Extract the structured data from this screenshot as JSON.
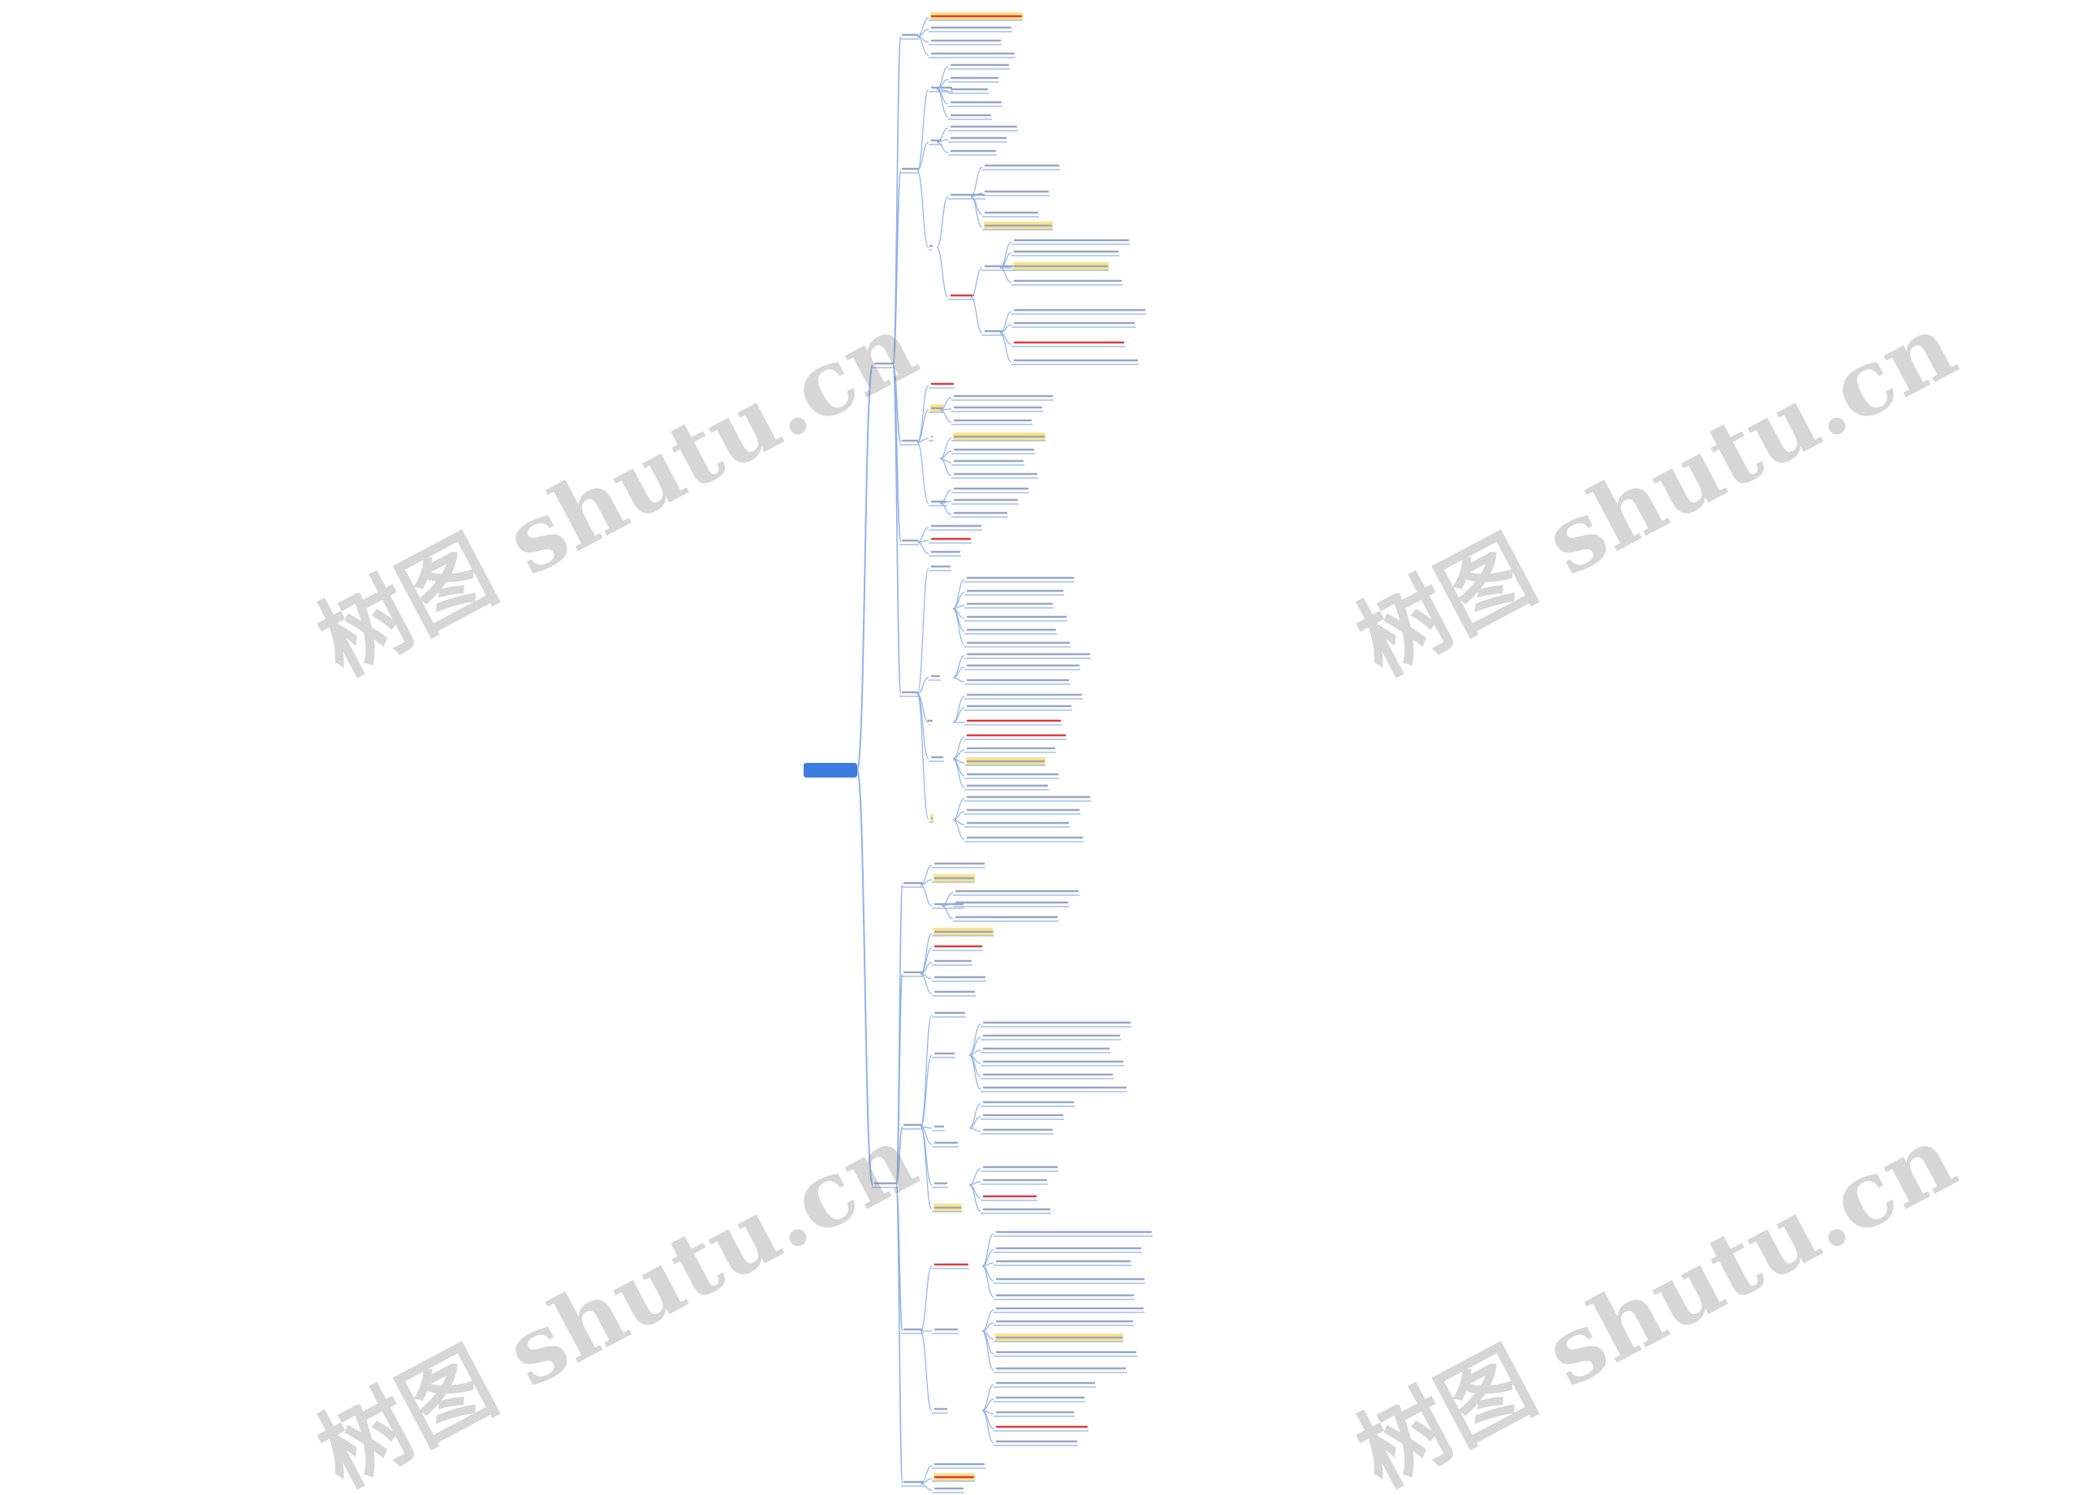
{
  "root": {
    "label": ""
  },
  "watermarks": [
    "树图 shutu.cn",
    "树图 shutu.cn",
    "树图 shutu.cn",
    "树图 shutu.cn"
  ],
  "colors": {
    "link": "#8fb3e8",
    "root_fill": "#3b7de0",
    "highlight": "#fde38a",
    "red_text": "#e03a3a",
    "text": "#4a5a7a"
  }
}
